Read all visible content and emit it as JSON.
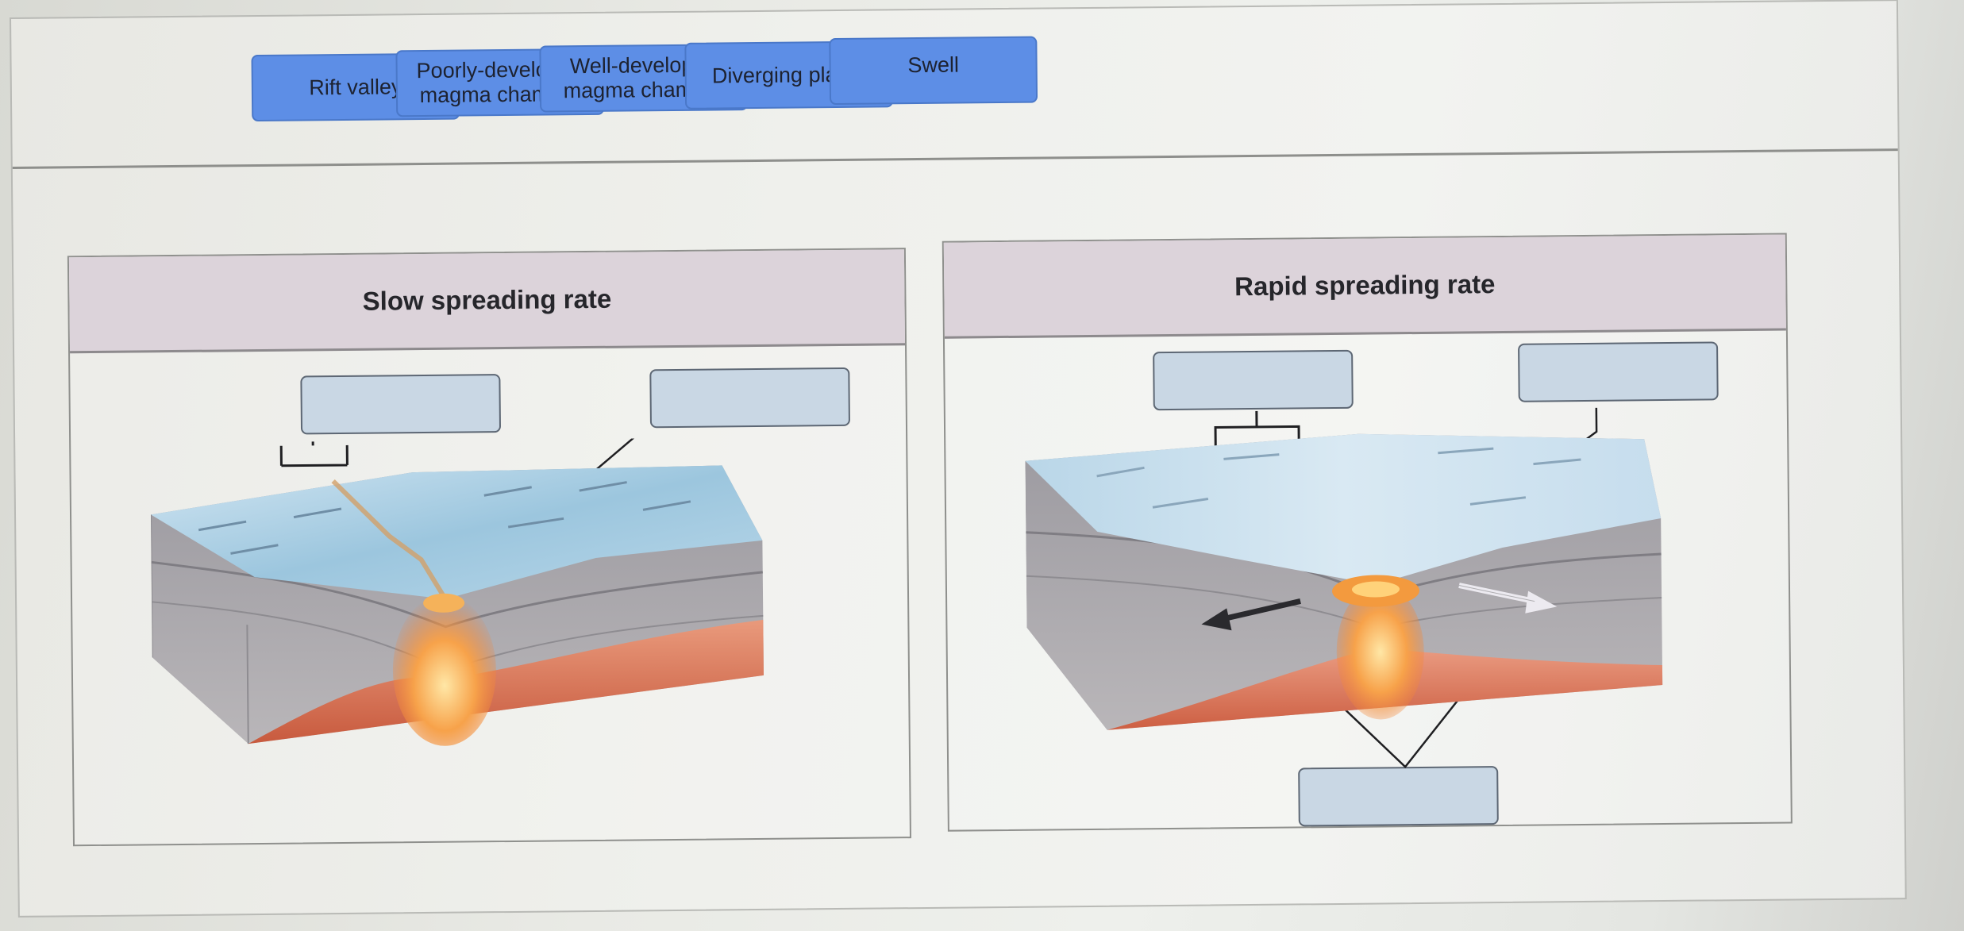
{
  "answer_bank": {
    "chips": [
      {
        "label": "Rift valley"
      },
      {
        "label": "Poorly-developed magma chamber"
      },
      {
        "label": "Well-developed magma chamber"
      },
      {
        "label": "Diverging plates"
      },
      {
        "label": "Swell"
      }
    ]
  },
  "panels": {
    "slow": {
      "title": "Slow spreading rate"
    },
    "rapid": {
      "title": "Rapid spreading rate"
    }
  },
  "colors": {
    "chip_blue": "#5d8ee6",
    "drop_zone": "#c9d7e4",
    "panel_header": "#dcd3da",
    "ocean_surface": "#a8cde4",
    "magma": "#f07a30"
  },
  "icons": {
    "arrow_left": "arrow-left-icon",
    "arrow_right": "arrow-right-icon"
  }
}
